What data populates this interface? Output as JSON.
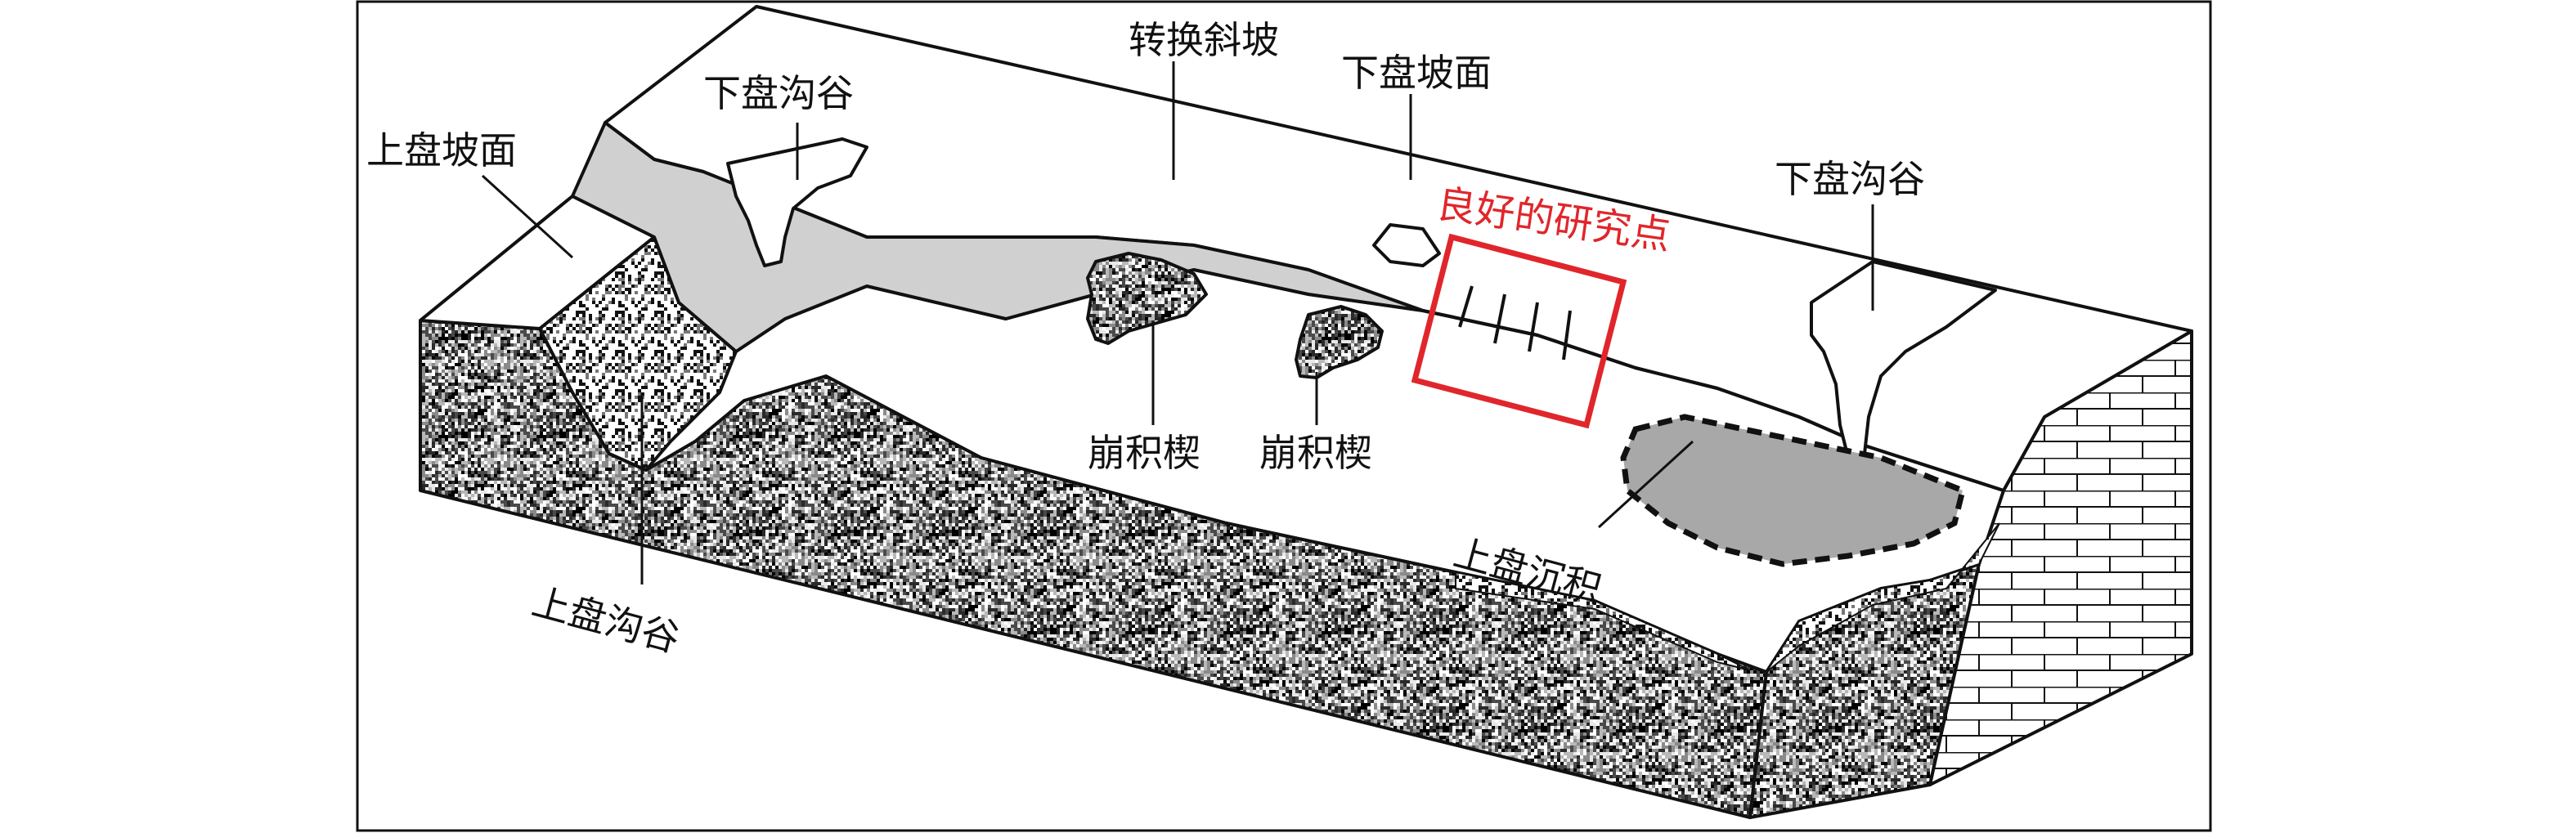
{
  "labels": {
    "hanging_wall_slope": "上盘坡面",
    "footwall_gully_left": "下盘沟谷",
    "relay_ramp": "转换斜坡",
    "footwall_slope": "下盘坡面",
    "good_study_site": "良好的研究点",
    "footwall_gully_right": "下盘沟谷",
    "colluvial_wedge_1": "崩积楔",
    "colluvial_wedge_2": "崩积楔",
    "hanging_wall_deposit": "上盘沉积",
    "hanging_wall_gully": "上盘沟谷"
  },
  "colors": {
    "fault_scarp": "#d0d0d0",
    "deposit": "#a8a8a8",
    "highlight": "#e0262b",
    "outline": "#111111"
  }
}
